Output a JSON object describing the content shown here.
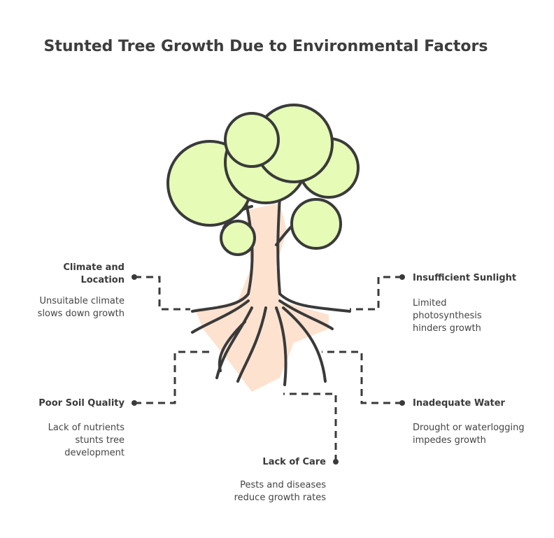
{
  "title": "Stunted Tree Growth Due to Environmental Factors",
  "factors": {
    "climate": {
      "label": "Climate and Location",
      "description": "Unsuitable climate slows down growth"
    },
    "sunlight": {
      "label": "Insufficient Sunlight",
      "description": "Limited photosynthesis hinders growth"
    },
    "soil": {
      "label": "Poor Soil Quality",
      "description": "Lack of nutrients stunts tree development"
    },
    "water": {
      "label": "Inadequate Water",
      "description": "Drought or waterlogging impedes growth"
    },
    "care": {
      "label": "Lack of Care",
      "description": "Pests and diseases reduce growth rates"
    }
  },
  "colors": {
    "canopy": "#e5fbb6",
    "trunk": "#fde2cf",
    "outline": "#3a3a3a"
  }
}
